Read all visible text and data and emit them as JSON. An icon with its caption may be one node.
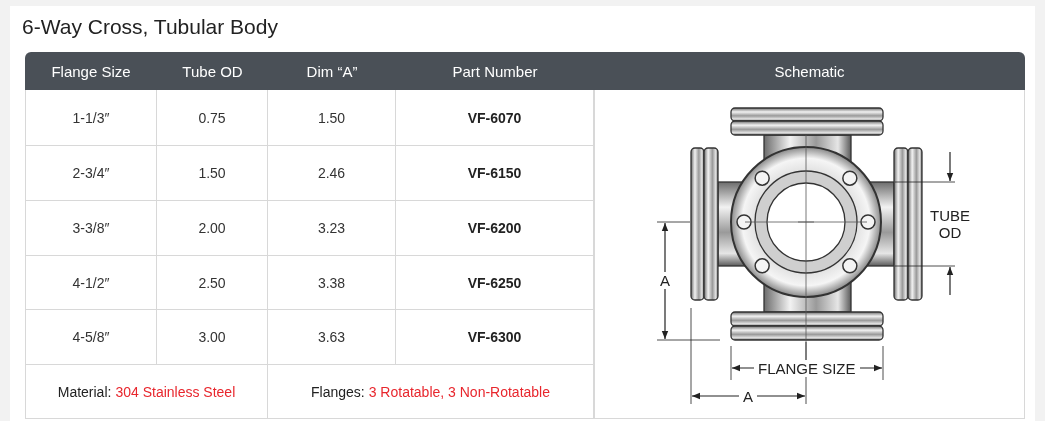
{
  "diagram": {
    "title": "6-Way Cross, Tubular Body",
    "labels": [
      "Flange Size",
      "Tube OD",
      "Dim “A”",
      "Part Number",
      "Schematic",
      "1-1/3″",
      "0.75",
      "1.50",
      "VF-6070",
      "2-3/4″",
      "1.50",
      "2.46",
      "VF-6150",
      "3-3/8″",
      "2.00",
      "3.23",
      "VF-6200",
      "4-1/2″",
      "2.50",
      "3.38",
      "VF-6250",
      "4-5/8″",
      "3.00",
      "3.63",
      "VF-6300",
      "Material:",
      "304 Stainless Steel",
      "Flanges:",
      "3 Rotatable, 3 Non-Rotatable",
      "TUBE OD",
      "A",
      "FLANGE SIZE",
      "A"
    ]
  }
}
